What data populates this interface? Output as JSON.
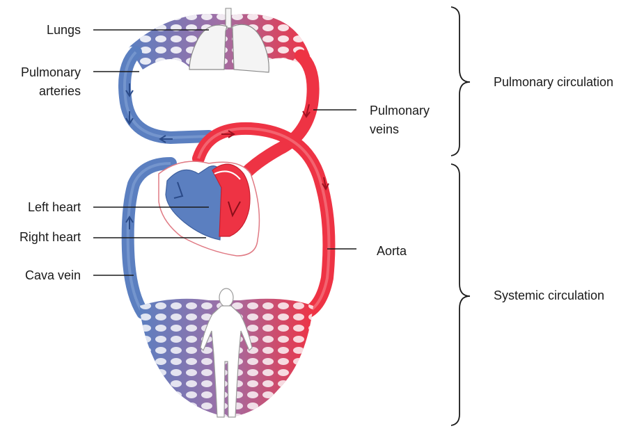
{
  "labels": {
    "lungs": "Lungs",
    "pulmonary_arteries_1": "Pulmonary",
    "pulmonary_arteries_2": "arteries",
    "pulmonary_veins_1": "Pulmonary",
    "pulmonary_veins_2": "veins",
    "left_heart": "Left heart",
    "right_heart": "Right heart",
    "cava_vein": "Cava vein",
    "aorta": "Aorta",
    "pulmonary_circulation": "Pulmonary circulation",
    "systemic_circulation": "Systemic circulation"
  },
  "colors": {
    "venous_blue": "#5b7fc0",
    "venous_blue_dark": "#3d5f9e",
    "arterial_red": "#ee3344",
    "arterial_red_dark": "#c81e2e",
    "capillary_purple": "#a06fa6",
    "lung_fill": "#f4f4f4",
    "leader_line": "#1a1a1a"
  }
}
